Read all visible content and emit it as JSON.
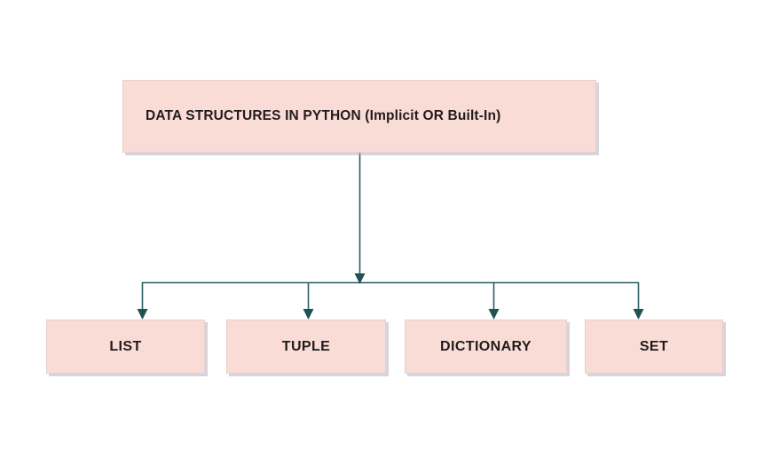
{
  "diagram": {
    "title_node": {
      "label": "DATA STRUCTURES IN PYTHON (Implicit OR Built-In)",
      "name": "root-node"
    },
    "children": [
      {
        "label": "LIST",
        "name": "leaf-node-list"
      },
      {
        "label": "TUPLE",
        "name": "leaf-node-tuple"
      },
      {
        "label": "DICTIONARY",
        "name": "leaf-node-dictionary"
      },
      {
        "label": "SET",
        "name": "leaf-node-set"
      }
    ],
    "colors": {
      "node_fill": "#fadcd6",
      "node_border": "#e8cfca",
      "node_shadow": "#b2b0c4",
      "connector": "#2c5d62",
      "text": "#201c1d",
      "background": "#ffffff"
    }
  }
}
